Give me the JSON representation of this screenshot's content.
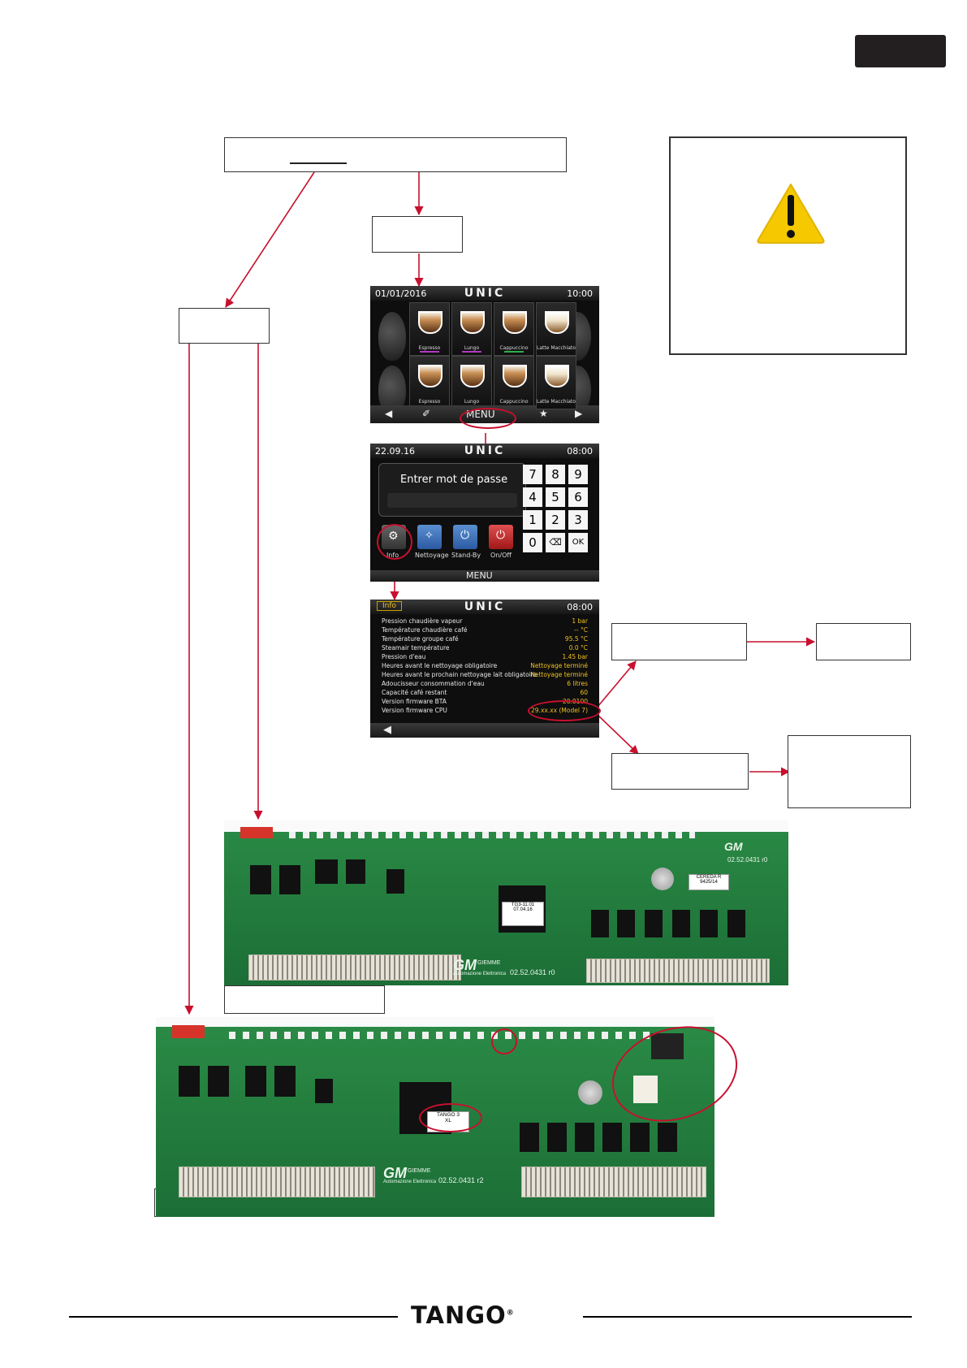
{
  "header": {
    "tab_text": ""
  },
  "main_box": {
    "text": ""
  },
  "warning_box": {
    "icon": "warning-triangle-icon",
    "text": ""
  },
  "screen_home": {
    "date": "01/01/2016",
    "time": "10:00",
    "brand": "UNIC",
    "drinks": [
      "Espresso",
      "Lungo",
      "Cappuccino",
      "Latte Macchiato",
      "Espresso",
      "Lungo",
      "Cappuccino",
      "Latte Macchiato"
    ],
    "menu_label": "MENU"
  },
  "screen_password": {
    "date": "22.09.16",
    "time": "08:00",
    "brand": "UNIC",
    "prompt": "Entrer mot de passe",
    "keys": [
      "7",
      "8",
      "9",
      "4",
      "5",
      "6",
      "1",
      "2",
      "3",
      "0",
      "⌫",
      "OK"
    ],
    "buttons": [
      "Info",
      "Nettoyage",
      "Stand-By",
      "On/Off"
    ],
    "menu_label": "MENU"
  },
  "screen_info": {
    "tab": "Info",
    "time": "08:00",
    "brand": "UNIC",
    "rows": [
      {
        "k": "Pression chaudière vapeur",
        "v": "1 bar"
      },
      {
        "k": "Température chaudière café",
        "v": "-- °C"
      },
      {
        "k": "Température groupe café",
        "v": "95.5 °C"
      },
      {
        "k": "Steamair température",
        "v": "0.0 °C"
      },
      {
        "k": "Pression d'eau",
        "v": "1.45 bar"
      },
      {
        "k": "Heures avant le nettoyage obligatoire",
        "v": "Nettoyage terminé"
      },
      {
        "k": "Heures avant le prochain nettoyage lait obligatoire",
        "v": "Nettoyage terminé"
      },
      {
        "k": "Adoucisseur consommation d'eau",
        "v": "6 litres"
      },
      {
        "k": "Capacité café restant",
        "v": "60"
      },
      {
        "k": "Version firmware BTA",
        "v": "20.0100"
      },
      {
        "k": "Version firmware CPU",
        "v": "29.xx.xx (Model 7)"
      }
    ]
  },
  "board1": {
    "brand": "GM",
    "brand_sub": "GIEMME",
    "brand_tag": "Automazione Elettronica",
    "part": "02.52.0431 r0",
    "chip_label": [
      "TG3-11.01",
      "07.04.16"
    ],
    "sticker": [
      "CEREDA R",
      "9425/14"
    ],
    "corner_part": "02.52.0431 r0"
  },
  "board2": {
    "brand": "GM",
    "brand_sub": "GIEMME",
    "brand_tag": "Automazione Elettronica",
    "part": "02.52.0431 r2",
    "chip_label": [
      "TANGO 3",
      "XL"
    ]
  },
  "footer": {
    "logo": "TANGO",
    "reg": "®"
  }
}
